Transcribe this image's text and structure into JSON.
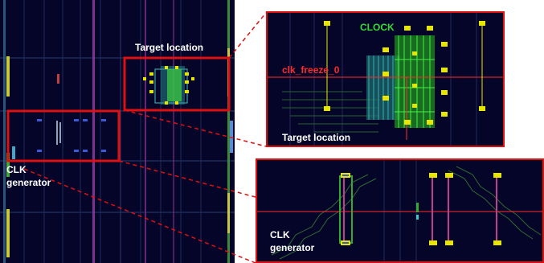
{
  "labels": {
    "target_overview": "Target location",
    "target_zoom": "Target location",
    "clk_gen_overview_line1": "CLK",
    "clk_gen_overview_line2": "generator",
    "clk_gen_zoom_line1": "CLK",
    "clk_gen_zoom_line2": "generator",
    "clock_net": "CLOCK",
    "freeze_net": "clk_freeze_0"
  },
  "colors": {
    "highlight_box": "#e01010",
    "fpga_background": "#05052a",
    "clock_net": "#33dd33",
    "freeze_net": "#ff2a2a",
    "cell": "#e6e600"
  }
}
